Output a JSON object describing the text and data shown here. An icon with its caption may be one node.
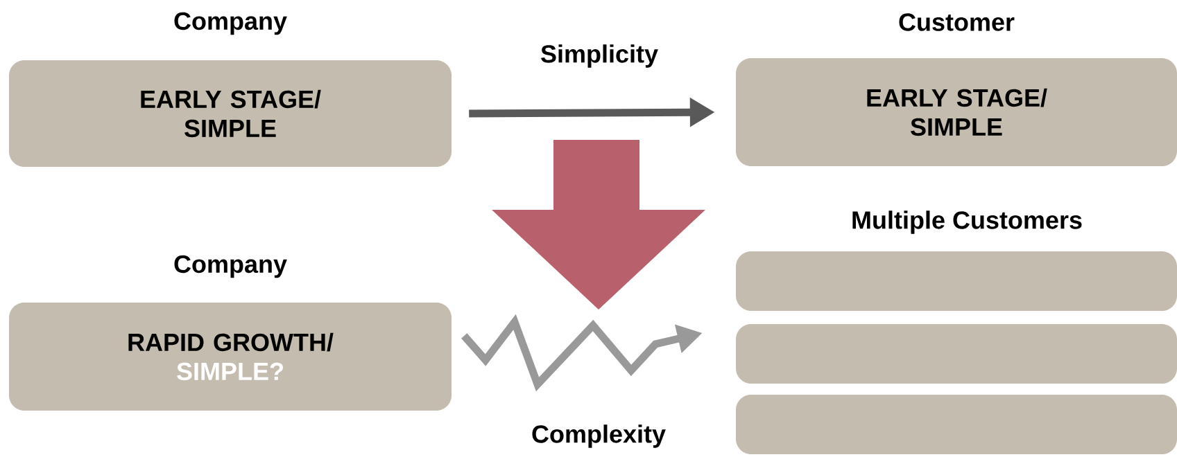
{
  "diagram": {
    "nodes": [
      {
        "text": [
          "Company",
          "EARLY STAGE/ SIMPLE"
        ]
      },
      {
        "text": [
          "Customer",
          "EARLY STAGE/ SIMPLE"
        ]
      },
      {
        "text": [
          "Company",
          "RAPID GROWTH/",
          "SIMPLE?"
        ]
      },
      {
        "text": [],
        "shape": "box"
      },
      {
        "text": [],
        "shape": "box"
      },
      {
        "text": [],
        "shape": "box"
      }
    ],
    "edges": [
      {
        "from": 0,
        "to": 1,
        "arrow": "to",
        "label": "Simplicity"
      },
      {
        "from": 2,
        "to": 4,
        "arrow": "to",
        "label": "Complexity"
      }
    ],
    "labels": [
      "Multiple Customers"
    ]
  }
}
